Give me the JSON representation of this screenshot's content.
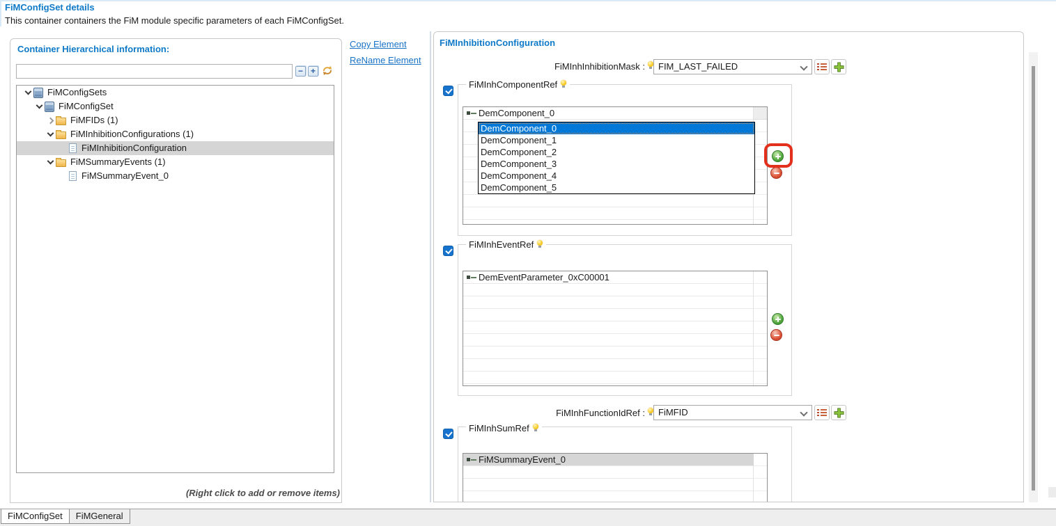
{
  "header": {
    "title": "FiMConfigSet details",
    "description": "This container containers the FiM module specific parameters of each FiMConfigSet."
  },
  "left_panel": {
    "title": "Container Hierarchical information:",
    "filter_input": {
      "value": "",
      "placeholder": ""
    },
    "tree": [
      {
        "label": "FiMConfigSets",
        "level": 0,
        "state": "expanded",
        "icon": "module",
        "selected": false
      },
      {
        "label": "FiMConfigSet",
        "level": 1,
        "state": "expanded",
        "icon": "module",
        "selected": false
      },
      {
        "label": "FiMFIDs (1)",
        "level": 2,
        "state": "collapsed",
        "icon": "folder",
        "selected": false
      },
      {
        "label": "FiMInhibitionConfigurations (1)",
        "level": 2,
        "state": "expanded",
        "icon": "folder",
        "selected": false
      },
      {
        "label": "FiMInhibitionConfiguration",
        "level": 3,
        "state": "none",
        "icon": "doc",
        "selected": true
      },
      {
        "label": "FiMSummaryEvents (1)",
        "level": 2,
        "state": "expanded",
        "icon": "folder",
        "selected": false
      },
      {
        "label": "FiMSummaryEvent_0",
        "level": 3,
        "state": "none",
        "icon": "doc",
        "selected": false
      }
    ],
    "footnote": "(Right click to add or remove items)"
  },
  "actions": {
    "copy_element": "Copy Element",
    "rename_element": "ReName Element"
  },
  "right_panel": {
    "title": "FiMInhibitionConfiguration",
    "inhibition_mask": {
      "label": "FiMInhInhibitionMask :",
      "value": "FIM_LAST_FAILED"
    },
    "component_ref": {
      "label": "FiMInhComponentRef",
      "checked": true,
      "rows": [
        "DemComponent_0"
      ],
      "dropdown": {
        "options": [
          "DemComponent_0",
          "DemComponent_1",
          "DemComponent_2",
          "DemComponent_3",
          "DemComponent_4",
          "DemComponent_5"
        ],
        "selected_index": 0
      }
    },
    "event_ref": {
      "label": "FiMInhEventRef",
      "checked": true,
      "rows": [
        "DemEventParameter_0xC00001"
      ]
    },
    "function_id_ref": {
      "label": "FiMInhFunctionIdRef :",
      "value": "FiMFID"
    },
    "sum_ref": {
      "label": "FiMInhSumRef",
      "checked": true,
      "rows": [
        "FiMSummaryEvent_0"
      ]
    }
  },
  "tabs": [
    {
      "label": "FiMConfigSet",
      "active": true
    },
    {
      "label": "FiMGeneral",
      "active": false
    }
  ],
  "icons": {
    "collapse_all": "−",
    "expand_all": "+"
  },
  "colors": {
    "accent_blue": "#0f7ac8",
    "link_blue": "#1873c8",
    "selection_blue": "#0078d7",
    "checkbox_blue": "#1673cd",
    "add_green": "#4aa23c",
    "remove_red": "#d4482e",
    "annotation_red": "#e2301c"
  }
}
